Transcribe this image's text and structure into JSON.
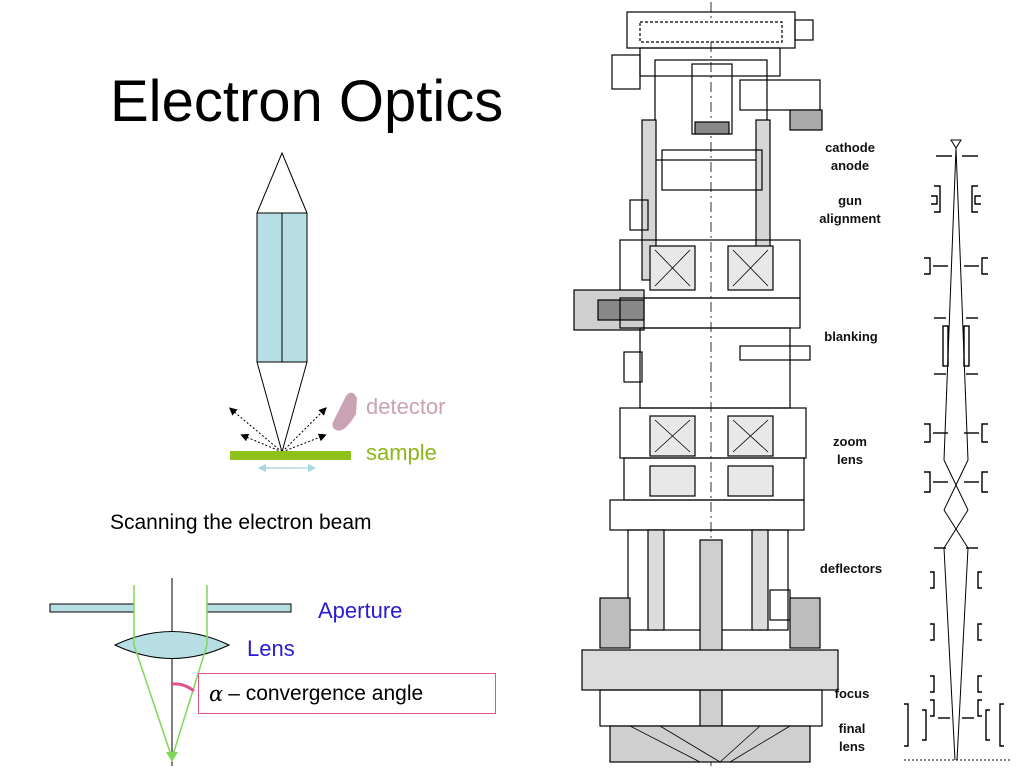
{
  "title": "Electron Optics",
  "detector_label": "detector",
  "sample_label": "sample",
  "scan_caption": "Scanning the electron beam",
  "aperture_label": "Aperture",
  "lens_label": "Lens",
  "alpha_symbol": "α",
  "convergence_text": "– convergence angle",
  "column_labels": {
    "cathode": "cathode",
    "anode": "anode",
    "gun": "gun",
    "alignment": "alignment",
    "blanking": "blanking",
    "zoom": "zoom",
    "lens_zoom": "lens",
    "deflectors": "deflectors",
    "focus": "focus",
    "final": "final",
    "lens_final": "lens"
  },
  "colors": {
    "beam_fill": "#b7dfe3",
    "sample": "#8ec21b",
    "detector": "#c9a3b4",
    "ray_green": "#7ed957",
    "aperture_plate": "#b7dfe3",
    "angle_arc": "#e4548c",
    "label_blue": "#2a1bd6"
  }
}
